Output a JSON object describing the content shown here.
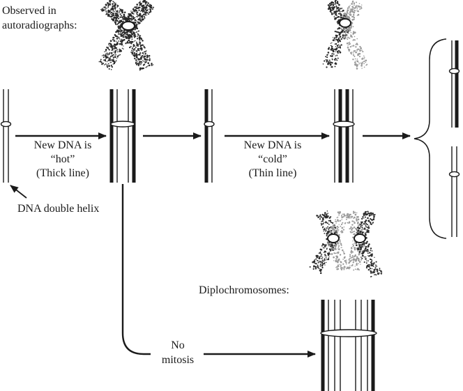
{
  "labels": {
    "observed_line1": "Observed in",
    "observed_line2": "autoradiographs:",
    "hot_line1": "New DNA is",
    "hot_line2": "“hot”",
    "hot_line3": "(Thick line)",
    "cold_line1": "New DNA is",
    "cold_line2": "“cold”",
    "cold_line3": "(Thin line)",
    "helix": "DNA double helix",
    "diplo": "Diplochromosomes:",
    "nomitosis_line1": "No",
    "nomitosis_line2": "mitosis"
  },
  "colors": {
    "ink": "#1a1a1a",
    "hot_grain": "#2a2a2a",
    "cold_grain": "#9a9a9a"
  }
}
